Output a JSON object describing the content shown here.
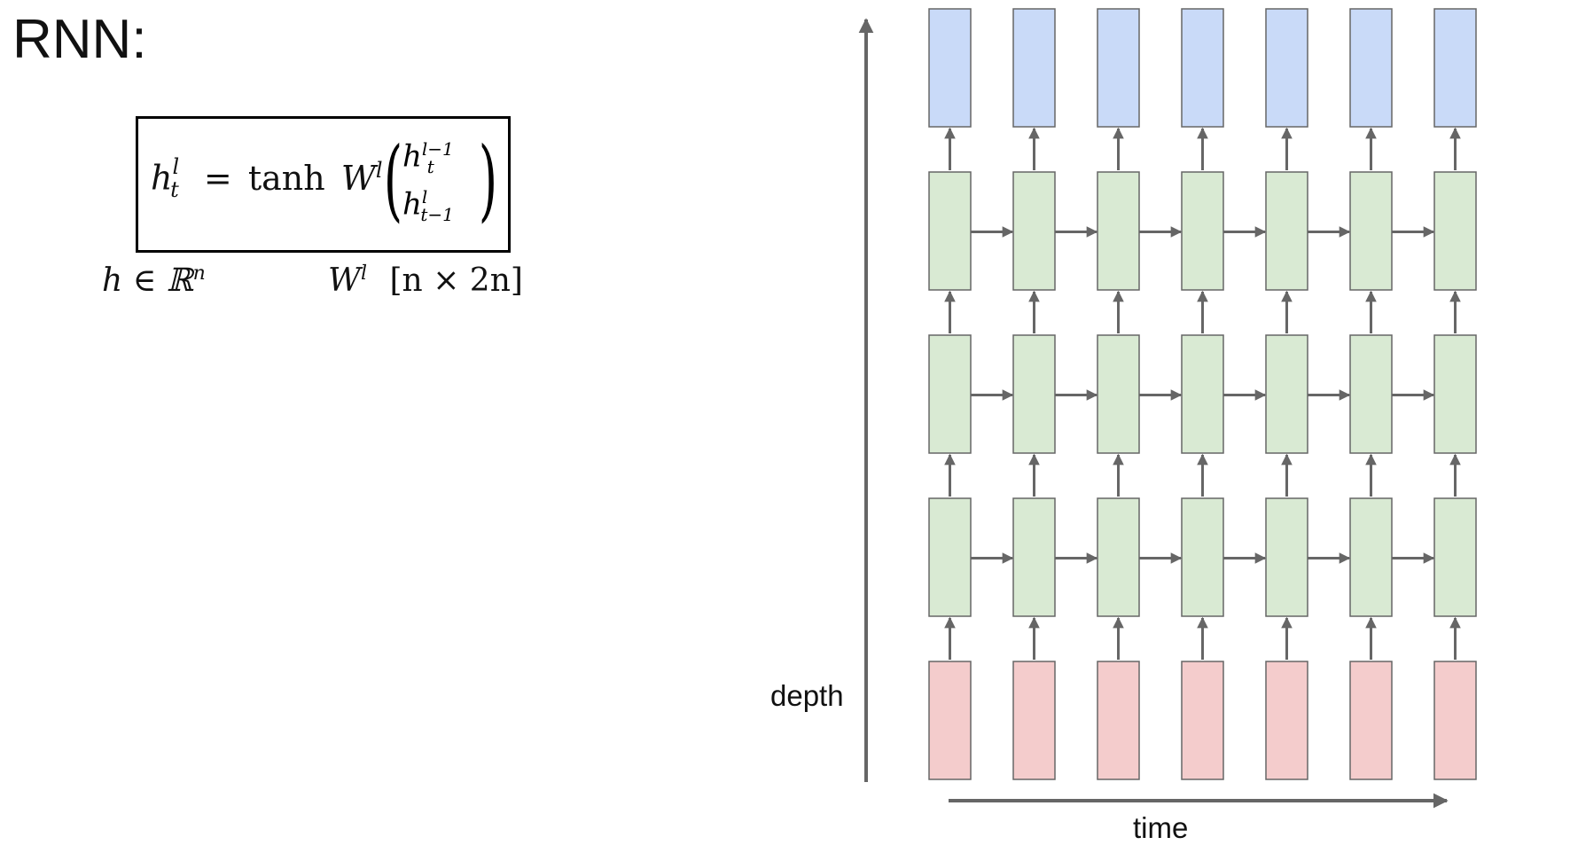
{
  "title": "RNN:",
  "equation": {
    "lhs_var": "h",
    "lhs_sup": "l",
    "lhs_sub": "t",
    "eq_sign": "=",
    "func": "tanh",
    "weight": "W",
    "weight_sup": "l",
    "top_var": "h",
    "top_sup": "l−1",
    "top_sub": "t",
    "bot_var": "h",
    "bot_sup": "l",
    "bot_sub": "t−1"
  },
  "notes": {
    "h_domain": "h ∈ ℝ",
    "h_domain_sup": "n",
    "w_dims_var": "W",
    "w_dims_sup": "l",
    "w_dims": "[n × 2n]"
  },
  "diagram": {
    "axis_y_label": "depth",
    "axis_x_label": "time",
    "columns": 7,
    "rows": [
      "output",
      "hidden",
      "hidden",
      "hidden",
      "input"
    ],
    "colors": {
      "output": "#c9daf8",
      "hidden": "#d9ead3",
      "input": "#f4cccc",
      "stroke": "#666666",
      "arrow": "#666666"
    }
  }
}
